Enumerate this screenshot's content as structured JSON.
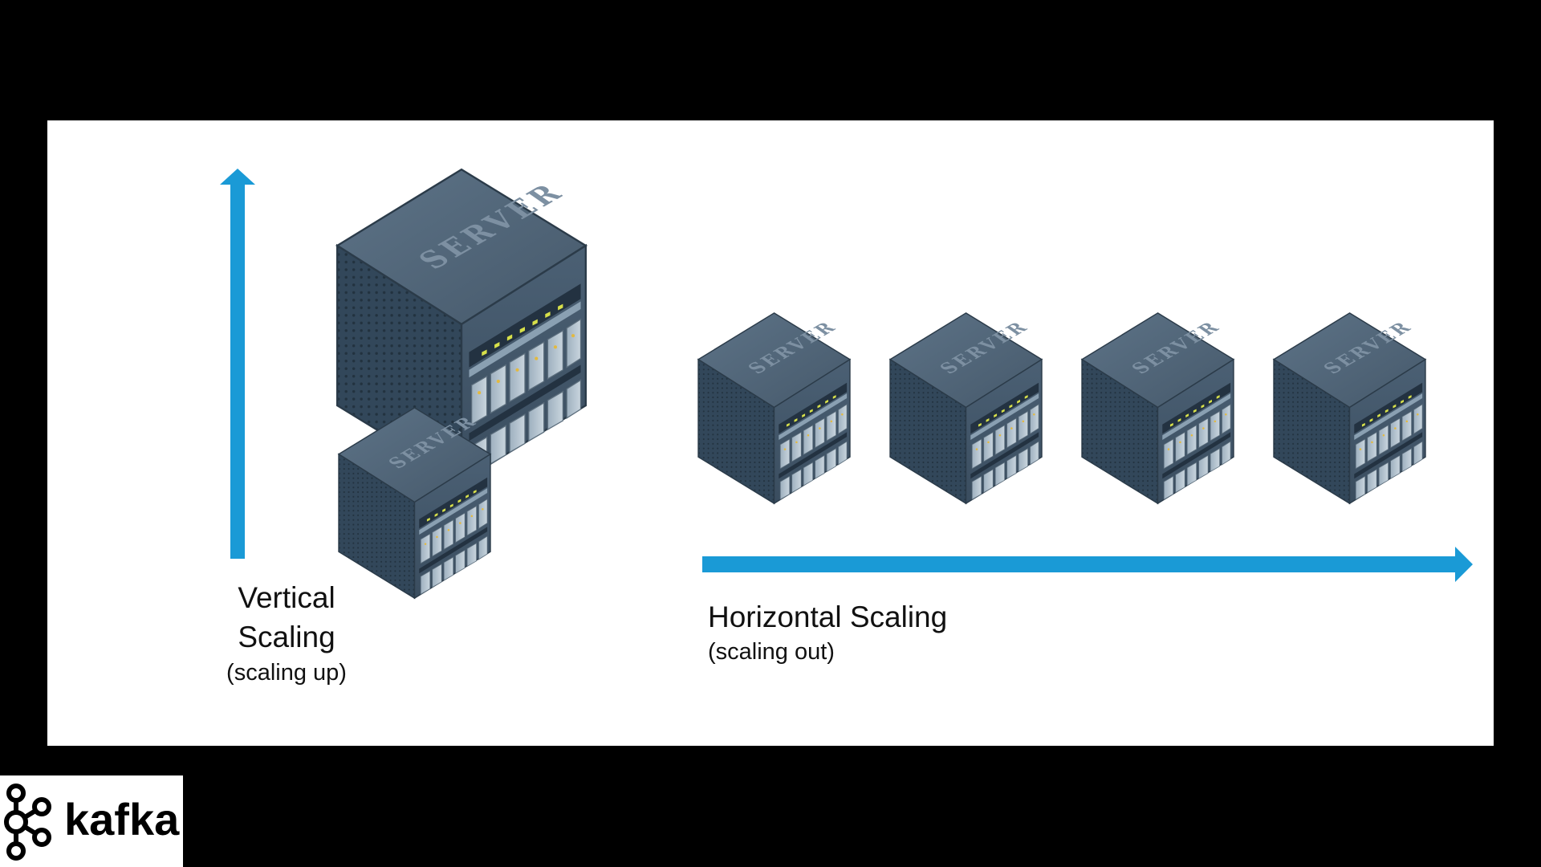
{
  "diagram": {
    "vertical": {
      "title_line1": "Vertical",
      "title_line2": "Scaling",
      "subtitle": "(scaling up)"
    },
    "horizontal": {
      "title": "Horizontal Scaling",
      "subtitle": "(scaling out)"
    },
    "server_label": "SERVER",
    "arrow_color": "#1a9ad6",
    "server_face_color": "#3e5366"
  },
  "logo": {
    "text": "kafka",
    "icon": "kafka-logo-icon"
  }
}
